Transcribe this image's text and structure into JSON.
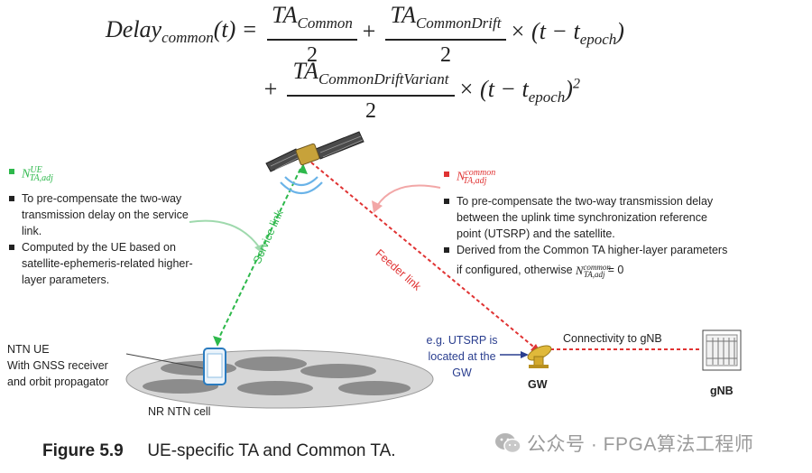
{
  "equation": {
    "lhs": "Delay",
    "lhs_sub": "common",
    "lhs_arg": "(t) =",
    "term1_num": "TA",
    "term1_num_sub": "Common",
    "term1_den": "2",
    "plus1": "+",
    "term2_num": "TA",
    "term2_num_sub": "CommonDrift",
    "term2_den": "2",
    "times1": "× (t − t",
    "times1_sub": "epoch",
    "times1_close": ")",
    "plus2": "+",
    "term3_num": "TA",
    "term3_num_sub": "CommonDriftVariant",
    "term3_den": "2",
    "times2": "× (t − t",
    "times2_sub": "epoch",
    "times2_close": ")",
    "times2_exp": "2"
  },
  "left_note": {
    "symbol": "N",
    "symbol_sup": "UE",
    "symbol_sub": "TA,adj",
    "color": "#2db84b",
    "bullets": [
      "To pre-compensate the two-way transmission delay on the service link.",
      "Computed by the UE based on satellite-ephemeris-related higher-layer parameters."
    ]
  },
  "right_note": {
    "symbol": "N",
    "symbol_sup": "common",
    "symbol_sub": "TA,adj",
    "color": "#e03333",
    "bullets": [
      "To pre-compensate the two-way transmission delay between the uplink time synchronization reference point (UTSRP) and the satellite.",
      "Derived from the Common TA higher-layer parameters if configured, otherwise"
    ],
    "tail_symbol": "N",
    "tail_sup": "common",
    "tail_sub": "TA,adj",
    "tail_value": "= 0"
  },
  "labels": {
    "service_link": "Service link",
    "feeder_link": "Feeder link",
    "ntn_ue": "NTN UE\nWith GNSS receiver\nand orbit propagator",
    "cell": "NR NTN cell",
    "utsrp": "e.g. UTSRP is\nlocated at the\nGW",
    "connectivity": "Connectivity to gNB",
    "gw": "GW",
    "gnb": "gNB"
  },
  "caption": {
    "figure": "Figure 5.9",
    "text": "UE-specific TA and Common TA."
  },
  "watermark": "公众号 · FPGA算法工程师",
  "colors": {
    "service": "#2db84b",
    "feeder": "#e03333",
    "text": "#222222"
  }
}
